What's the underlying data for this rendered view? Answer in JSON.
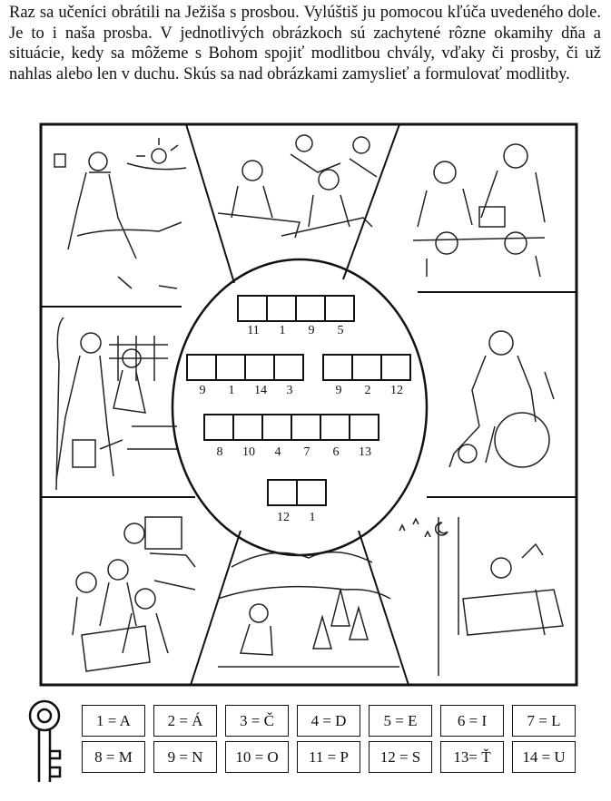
{
  "intro": "Raz sa učeníci obrátili na Ježiša s prosbou. Vylúštiš ju pomocou kľúča uvedeného dole. Je to i naša prosba. V jednotlivých obrázkoch sú zachytené rôzne okamihy dňa a situácie, kedy sa môžeme s Bohom spojiť modlitbou chvály, vďaky či prosby, či už nahlas alebo len v duchu. Skús sa nad obrázkami zamyslieť a formulovať modlitby.",
  "puzzle": {
    "words": [
      {
        "numbers": [
          "11",
          "1",
          "9",
          "5"
        ]
      },
      {
        "numbers": [
          "9",
          "1",
          "14",
          "3"
        ]
      },
      {
        "numbers": [
          "9",
          "2",
          "12"
        ]
      },
      {
        "numbers": [
          "8",
          "10",
          "4",
          "7",
          "6",
          "13"
        ]
      },
      {
        "numbers": [
          "12",
          "1"
        ]
      }
    ]
  },
  "key": {
    "row1": [
      "1 = A",
      "2 = Á",
      "3 = Č",
      "4 = D",
      "5 = E",
      "6 = I",
      "7 = L"
    ],
    "row2": [
      "8 = M",
      "9 = N",
      "10 = O",
      "11 = P",
      "12 = S",
      "13= Ť",
      "14 = U"
    ]
  },
  "scenes": [
    {
      "icon": "waking-up-boy-icon"
    },
    {
      "icon": "classroom-children-icon"
    },
    {
      "icon": "family-meal-icon"
    },
    {
      "icon": "gardening-icon"
    },
    {
      "icon": "wheelchair-boy-icon"
    },
    {
      "icon": "computer-room-icon"
    },
    {
      "icon": "child-in-nature-icon"
    },
    {
      "icon": "child-in-bed-icon"
    }
  ]
}
